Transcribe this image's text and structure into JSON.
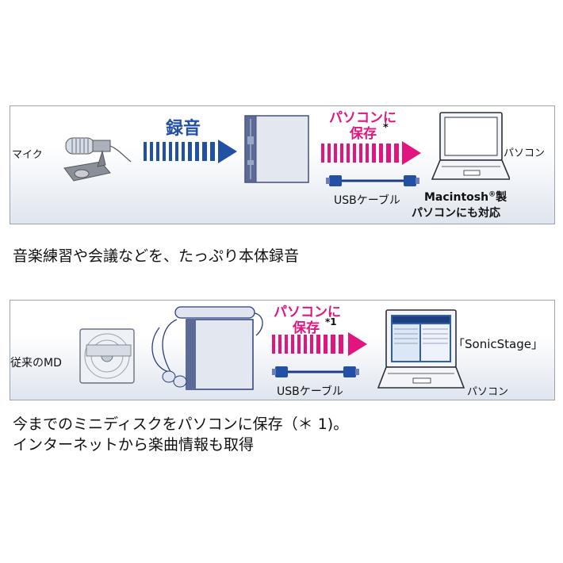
{
  "panel1": {
    "mic_label": "マイク",
    "record_label": "録音",
    "save_label_line1": "パソコンに",
    "save_label_line2": "保存",
    "save_mark": "*",
    "usb_label": "USBケーブル",
    "pc_label": "パソコン",
    "mac_label_line1": "Macintosh",
    "mac_reg": "®",
    "mac_suffix": "製",
    "mac_label_line2": "パソコンにも対応"
  },
  "caption1": "音楽練習や会議などを、たっぷり本体録音",
  "panel2": {
    "md_label": "従来のMD",
    "save_label_line1": "パソコンに",
    "save_label_line2": "保存",
    "save_mark": "*1",
    "usb_label": "USBケーブル",
    "pc_label": "パソコン",
    "software_label": "「SonicStage」"
  },
  "caption2_line1": "今までのミニディスクをパソコンに保存（＊ 1)。",
  "caption2_line2": "インターネットから楽曲情報も取得",
  "colors": {
    "pink": "#e2157e",
    "blue": "#2250a5",
    "border": "#9ea4ad"
  }
}
